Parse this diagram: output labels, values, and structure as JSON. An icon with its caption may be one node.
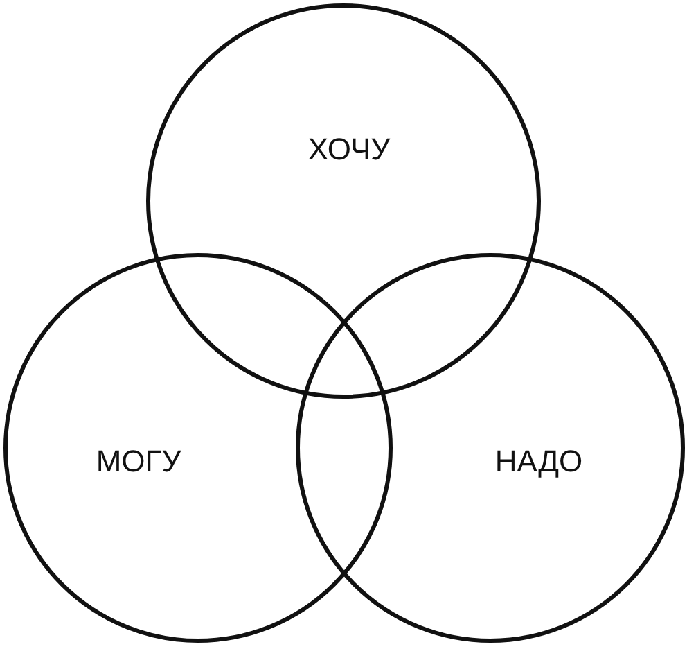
{
  "diagram": {
    "nodes": [
      {
        "text": [
          "ХОЧУ"
        ]
      },
      {
        "text": [
          "МОГУ"
        ]
      },
      {
        "text": [
          "НАДО"
        ]
      }
    ]
  }
}
